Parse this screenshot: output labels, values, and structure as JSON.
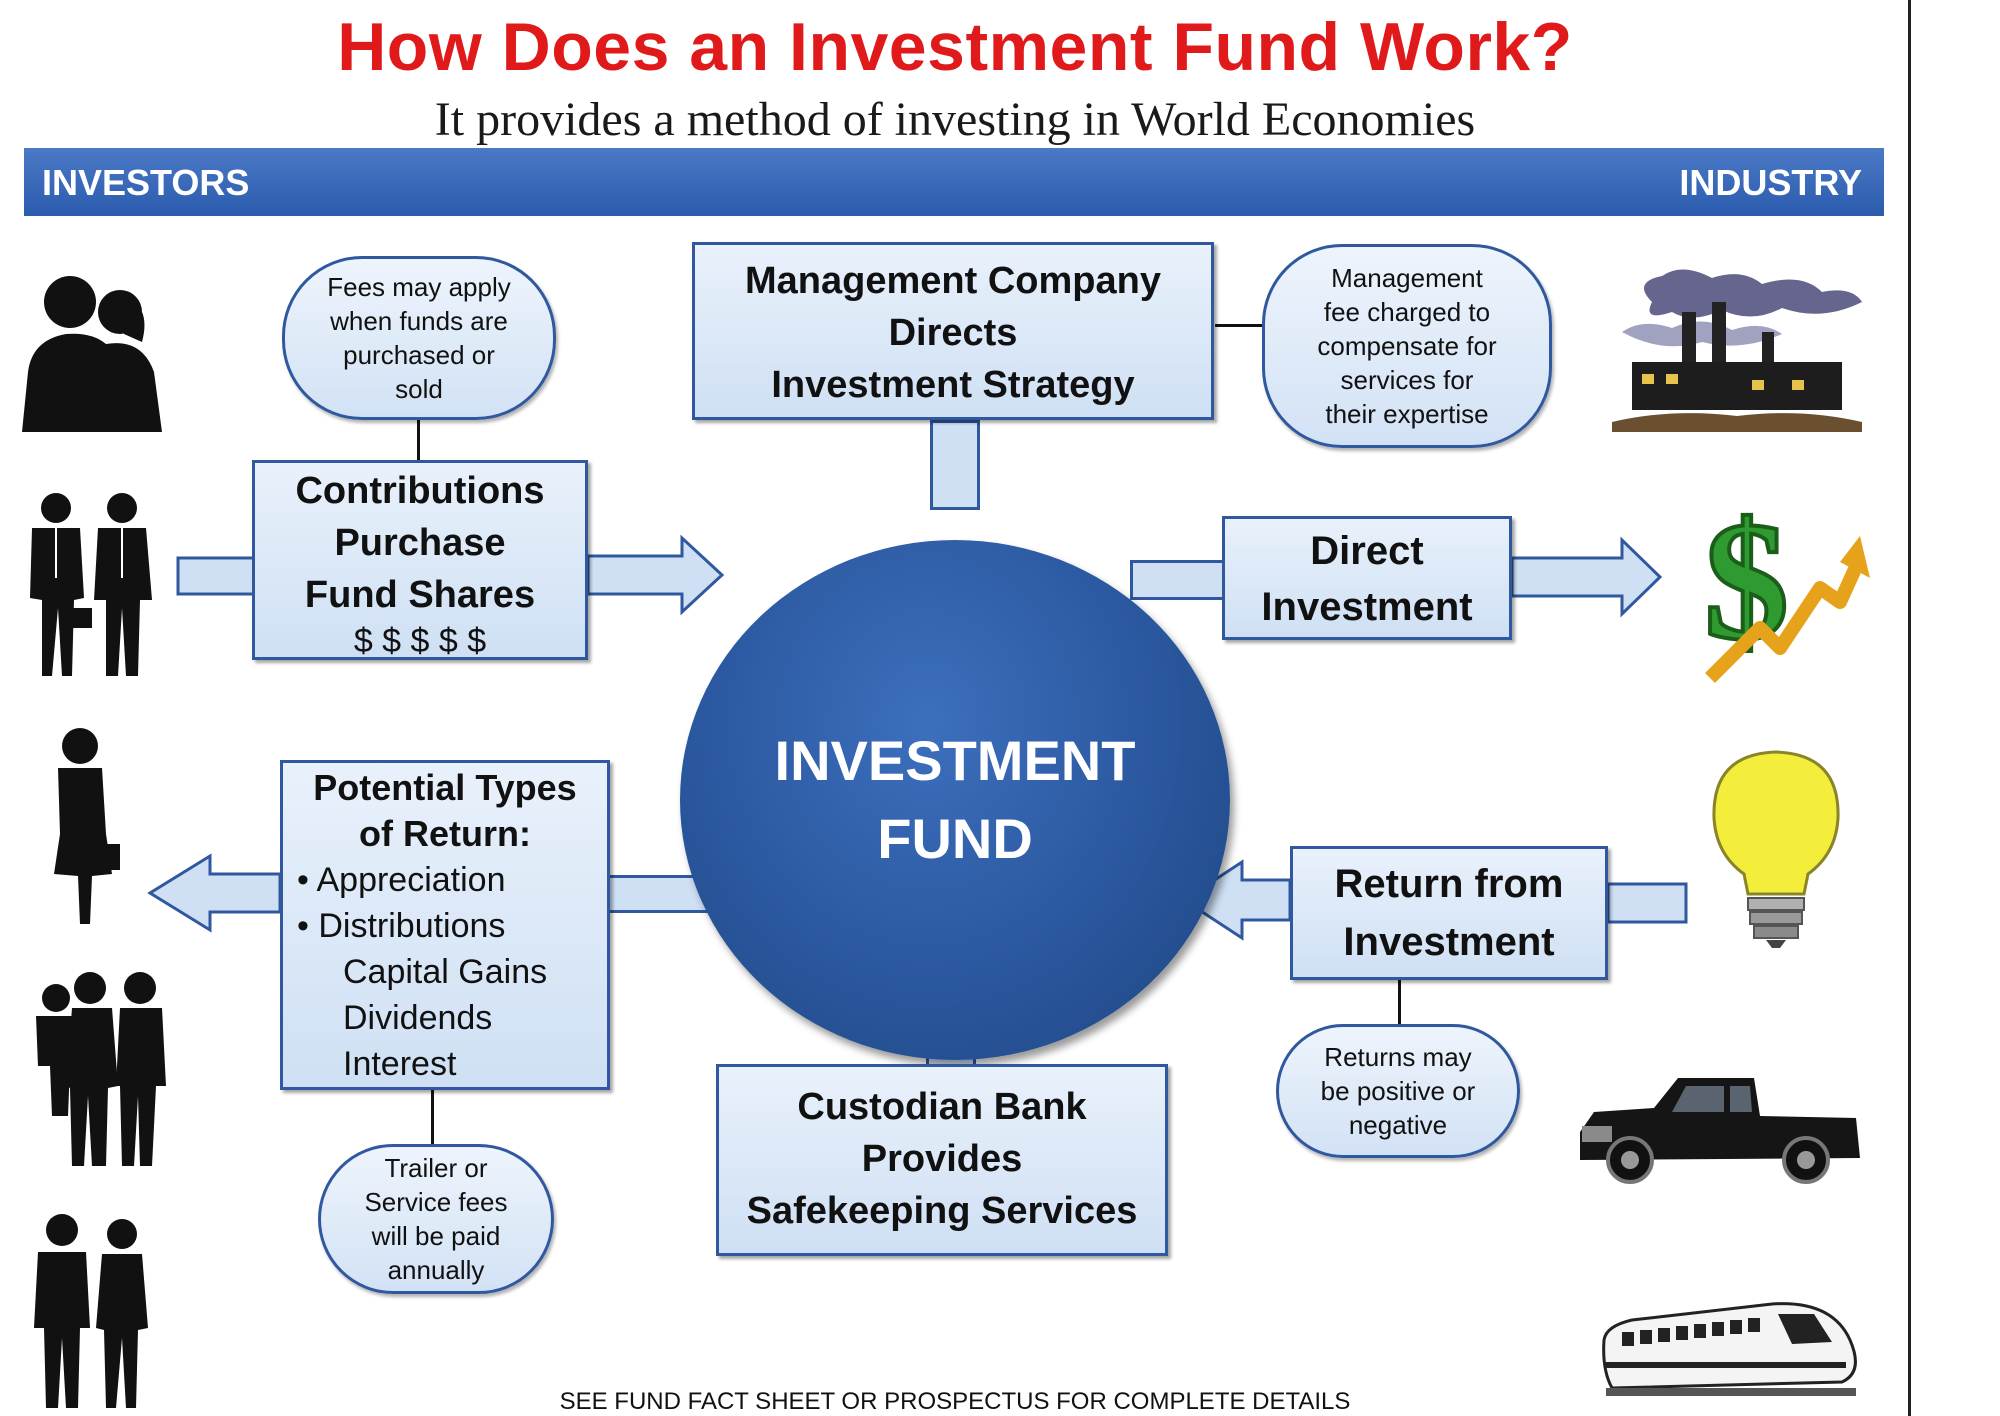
{
  "header": {
    "title": "How Does an Investment Fund Work?",
    "subtitle": "It provides a method of investing in World Economies"
  },
  "banner": {
    "left_label": "INVESTORS",
    "right_label": "INDUSTRY"
  },
  "center": {
    "line1": "INVESTMENT",
    "line2": "FUND"
  },
  "management": {
    "line1": "Management Company",
    "line2": "Directs",
    "line3": "Investment Strategy"
  },
  "management_note": {
    "line1": "Management",
    "line2": "fee charged to",
    "line3": "compensate for",
    "line4": "services for",
    "line5": "their expertise"
  },
  "fees_note": {
    "line1": "Fees may apply",
    "line2": "when funds are",
    "line3": "purchased or",
    "line4": "sold"
  },
  "contributions": {
    "line1": "Contributions",
    "line2": "Purchase",
    "line3": "Fund Shares",
    "line4": "$ $ $ $ $"
  },
  "direct": {
    "line1": "Direct",
    "line2": "Investment"
  },
  "returns": {
    "heading1": "Potential Types",
    "heading2": "of Return:",
    "bullet1": "Appreciation",
    "bullet2": "Distributions",
    "sub1": "Capital Gains",
    "sub2": "Dividends",
    "sub3": "Interest"
  },
  "return_from": {
    "line1": "Return from",
    "line2": "Investment"
  },
  "return_note": {
    "line1": "Returns may",
    "line2": "be positive or",
    "line3": "negative"
  },
  "trailer_note": {
    "line1": "Trailer or",
    "line2": "Service fees",
    "line3": "will be paid",
    "line4": "annually"
  },
  "custodian": {
    "line1": "Custodian Bank",
    "line2": "Provides",
    "line3": "Safekeeping Services"
  },
  "footer": "SEE FUND FACT SHEET OR PROSPECTUS FOR COMPLETE DETAILS",
  "icons": {
    "investors": [
      "couple-silhouette-icon",
      "businessmen-silhouette-icon",
      "woman-silhouette-icon",
      "family-silhouette-icon",
      "business-couple-silhouette-icon"
    ],
    "industry": [
      "factory-icon",
      "dollar-growth-icon",
      "light-bulb-icon",
      "pickup-truck-icon",
      "train-icon"
    ]
  },
  "colors": {
    "title": "#e0191b",
    "banner": "#3566b7",
    "box_border": "#30589f",
    "fund": "#2a579e"
  }
}
